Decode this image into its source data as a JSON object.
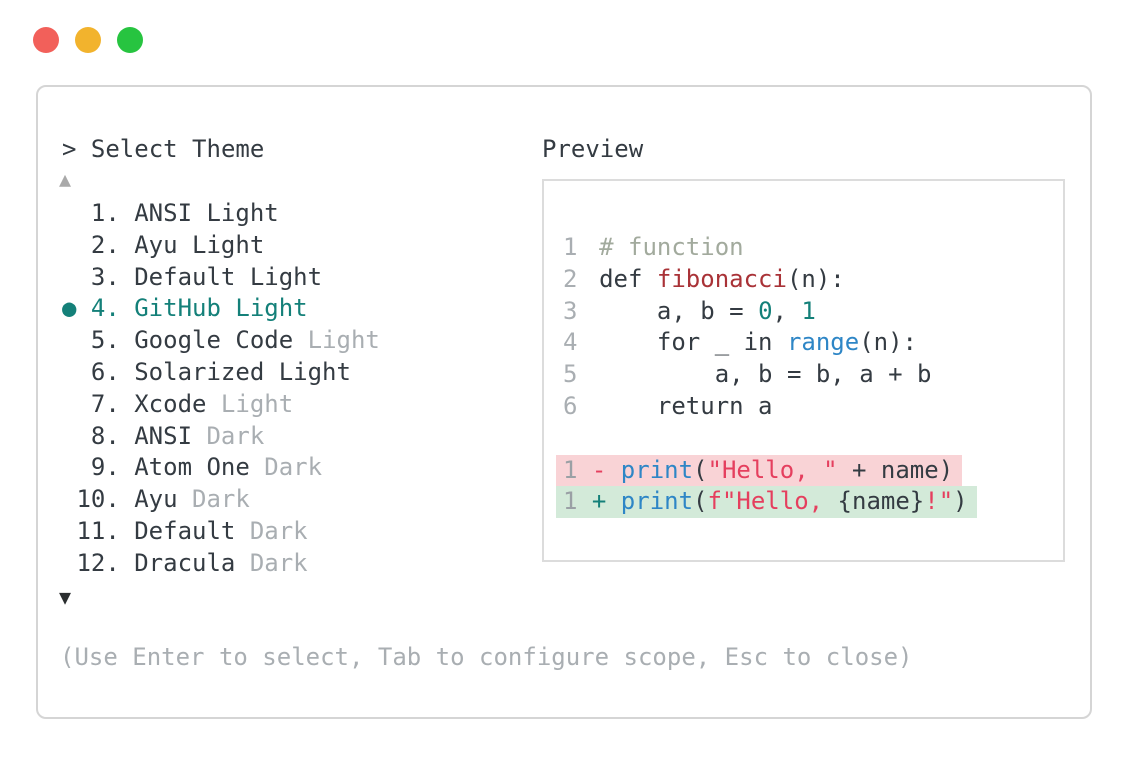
{
  "window": {
    "traffic_lights": [
      {
        "name": "close-button",
        "color": "#f2605a"
      },
      {
        "name": "minimize-button",
        "color": "#f2b32d"
      },
      {
        "name": "zoom-button",
        "color": "#27c440"
      }
    ]
  },
  "theme_picker": {
    "prompt": "> Select Theme",
    "scroll_up_icon": "▲",
    "scroll_down_icon": "▼",
    "selected_bullet": "●",
    "items": [
      {
        "number": "1.",
        "primary": "ANSI Light",
        "muted": "",
        "selected": false
      },
      {
        "number": "2.",
        "primary": "Ayu Light",
        "muted": "",
        "selected": false
      },
      {
        "number": "3.",
        "primary": "Default Light",
        "muted": "",
        "selected": false
      },
      {
        "number": "4.",
        "primary": "GitHub Light",
        "muted": "",
        "selected": true
      },
      {
        "number": "5.",
        "primary": "Google Code",
        "muted": "Light",
        "selected": false
      },
      {
        "number": "6.",
        "primary": "Solarized Light",
        "muted": "",
        "selected": false
      },
      {
        "number": "7.",
        "primary": "Xcode",
        "muted": "Light",
        "selected": false
      },
      {
        "number": "8.",
        "primary": "ANSI",
        "muted": "Dark",
        "selected": false
      },
      {
        "number": "9.",
        "primary": "Atom One",
        "muted": "Dark",
        "selected": false
      },
      {
        "number": "10.",
        "primary": "Ayu",
        "muted": "Dark",
        "selected": false
      },
      {
        "number": "11.",
        "primary": "Default",
        "muted": "Dark",
        "selected": false
      },
      {
        "number": "12.",
        "primary": "Dracula",
        "muted": "Dark",
        "selected": false
      }
    ],
    "help": "(Use Enter to select, Tab to configure scope, Esc to close)"
  },
  "preview": {
    "title": "Preview",
    "code_lines": [
      {
        "ln": "1",
        "segments": [
          {
            "text": "# function",
            "cls": "comment"
          }
        ]
      },
      {
        "ln": "2",
        "segments": [
          {
            "text": "def ",
            "cls": "default"
          },
          {
            "text": "fibonacci",
            "cls": "darkred"
          },
          {
            "text": "(n):",
            "cls": "default"
          }
        ]
      },
      {
        "ln": "3",
        "segments": [
          {
            "text": "    a, b = ",
            "cls": "default"
          },
          {
            "text": "0",
            "cls": "teal"
          },
          {
            "text": ", ",
            "cls": "default"
          },
          {
            "text": "1",
            "cls": "teal"
          }
        ]
      },
      {
        "ln": "4",
        "segments": [
          {
            "text": "    for _ in ",
            "cls": "default"
          },
          {
            "text": "range",
            "cls": "blue"
          },
          {
            "text": "(n):",
            "cls": "default"
          }
        ]
      },
      {
        "ln": "5",
        "segments": [
          {
            "text": "        a, b = b, a + b",
            "cls": "default"
          }
        ]
      },
      {
        "ln": "6",
        "segments": [
          {
            "text": "    return a",
            "cls": "default"
          }
        ]
      }
    ],
    "diff_lines": [
      {
        "ln": "1",
        "kind": "removed",
        "segments": [
          {
            "text": " ",
            "cls": "default"
          },
          {
            "text": "- ",
            "cls": "crimson"
          },
          {
            "text": "print",
            "cls": "blue"
          },
          {
            "text": "(",
            "cls": "default"
          },
          {
            "text": "\"Hello, \"",
            "cls": "crimson"
          },
          {
            "text": " + name)",
            "cls": "default"
          }
        ]
      },
      {
        "ln": "1",
        "kind": "added",
        "segments": [
          {
            "text": " ",
            "cls": "default"
          },
          {
            "text": "+ ",
            "cls": "teal"
          },
          {
            "text": "print",
            "cls": "blue"
          },
          {
            "text": "(",
            "cls": "default"
          },
          {
            "text": "f\"Hello, ",
            "cls": "crimson"
          },
          {
            "text": "{name}",
            "cls": "default"
          },
          {
            "text": "!\"",
            "cls": "crimson"
          },
          {
            "text": ")",
            "cls": "default"
          }
        ]
      }
    ]
  },
  "colors": {
    "accent_teal": "#148079",
    "text_dark": "#343b42",
    "text_muted": "#a9aeb2",
    "diff_removed_bg": "#f9d3d6",
    "diff_added_bg": "#d3ead9",
    "string_red": "#e53f5e",
    "function_red": "#a93237",
    "builtin_blue": "#2e86c6",
    "comment_gray_green": "#a2aa9d"
  }
}
